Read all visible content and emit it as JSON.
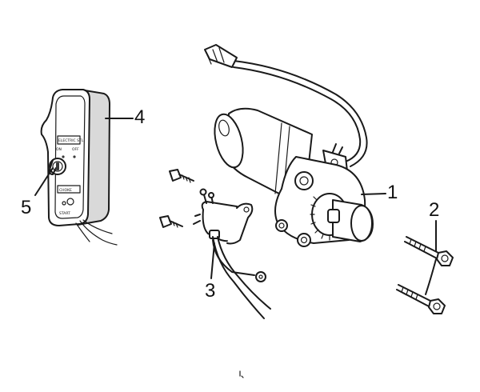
{
  "callouts": {
    "c1": "1",
    "c2": "2",
    "c3": "3",
    "c4": "4",
    "c5": "5"
  },
  "switch_panel_text": {
    "line_top": "ELECTRIC STL",
    "line_mid_l": "ON",
    "line_mid_r": "OFF",
    "line_lower": "CHOKE",
    "line_bottom": "START"
  },
  "colors": {
    "line": "#1a1a1a",
    "shade": "#d9d9d9",
    "background": "#ffffff"
  }
}
